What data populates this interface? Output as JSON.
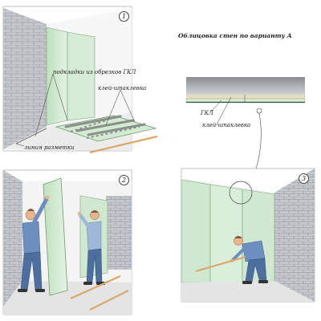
{
  "diagram": {
    "title": "Облицовка стен по варианту А",
    "panels": [
      {
        "number": "1"
      },
      {
        "number": "2"
      },
      {
        "number": "3"
      }
    ],
    "labels": {
      "shims": "подкладки из обрезков ГКЛ",
      "adhesive": "клей-шпаклевка",
      "marking_line": "линия разметки",
      "gkl": "ГКЛ",
      "detail_adhesive": "клей-шпаклевка"
    },
    "colors": {
      "board": "#cfe8cf",
      "board_edge": "#7aa57a",
      "brick": "#bfc3c8",
      "brick_dark": "#9a9ea4",
      "floor": "#e2e2e2",
      "wood": "#d9a86a",
      "skin": "#e9b48e",
      "shirt": "#6d8fbf",
      "pants": "#4d6f9f"
    }
  }
}
